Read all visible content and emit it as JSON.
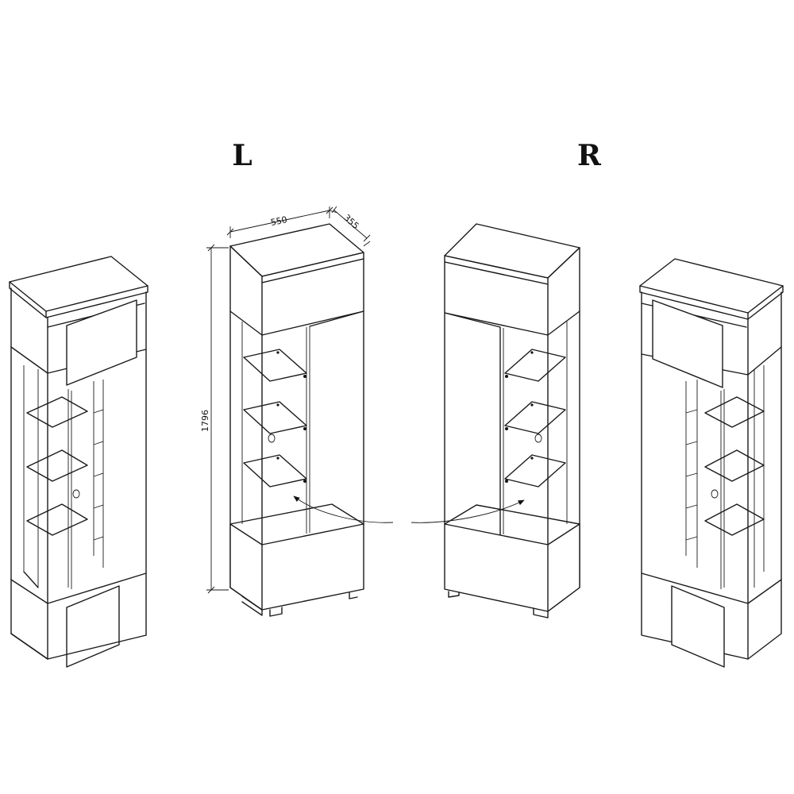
{
  "labels": {
    "left": "L",
    "right": "R"
  },
  "dimensions": {
    "width": "550",
    "depth": "355",
    "height": "1796"
  }
}
